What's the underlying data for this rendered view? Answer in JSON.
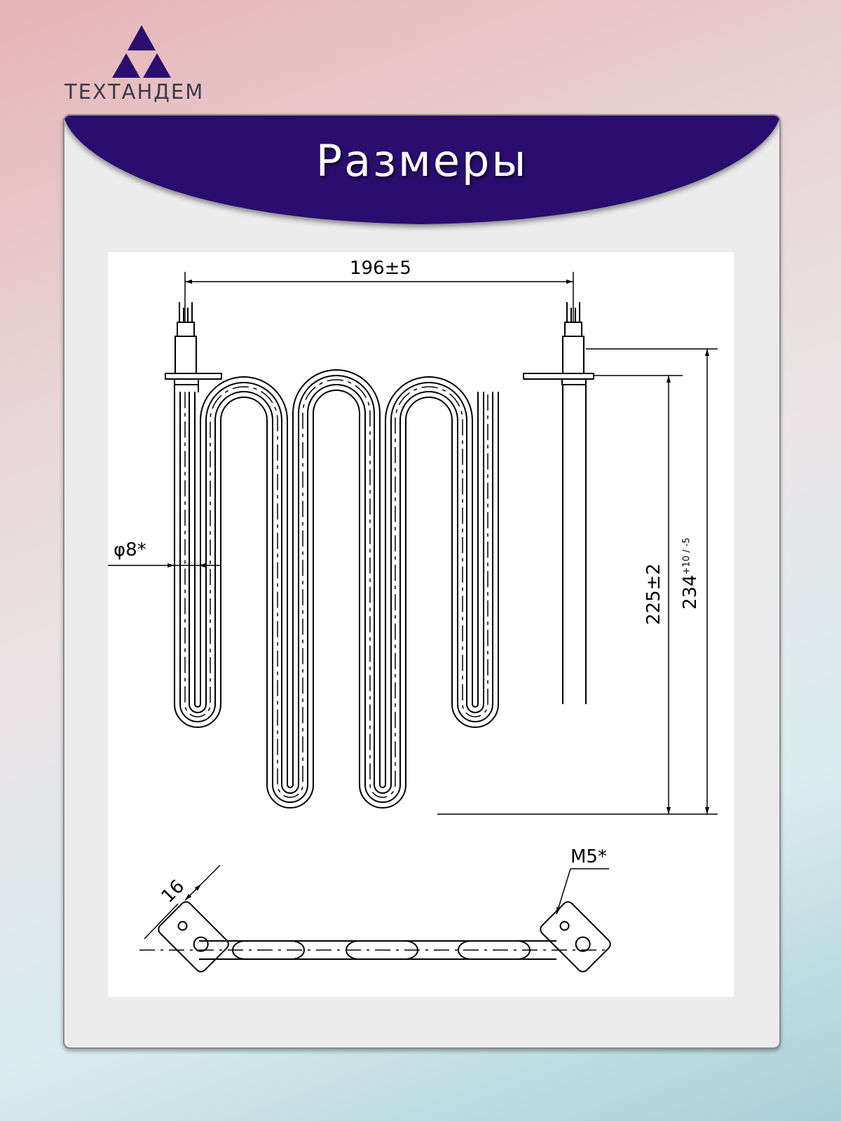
{
  "brand": {
    "name": "ТЕХТАНДЕМ",
    "logo_color": "#2b0f6e"
  },
  "banner": {
    "title": "Размеры",
    "color": "#2b0f6e"
  },
  "dimensions": {
    "width": "196±5",
    "diameter": "φ8*",
    "height_inner": "225±2",
    "height_outer": "234",
    "height_outer_tolerance": "+10 / -5",
    "thread": "M5*",
    "flange": "16"
  }
}
